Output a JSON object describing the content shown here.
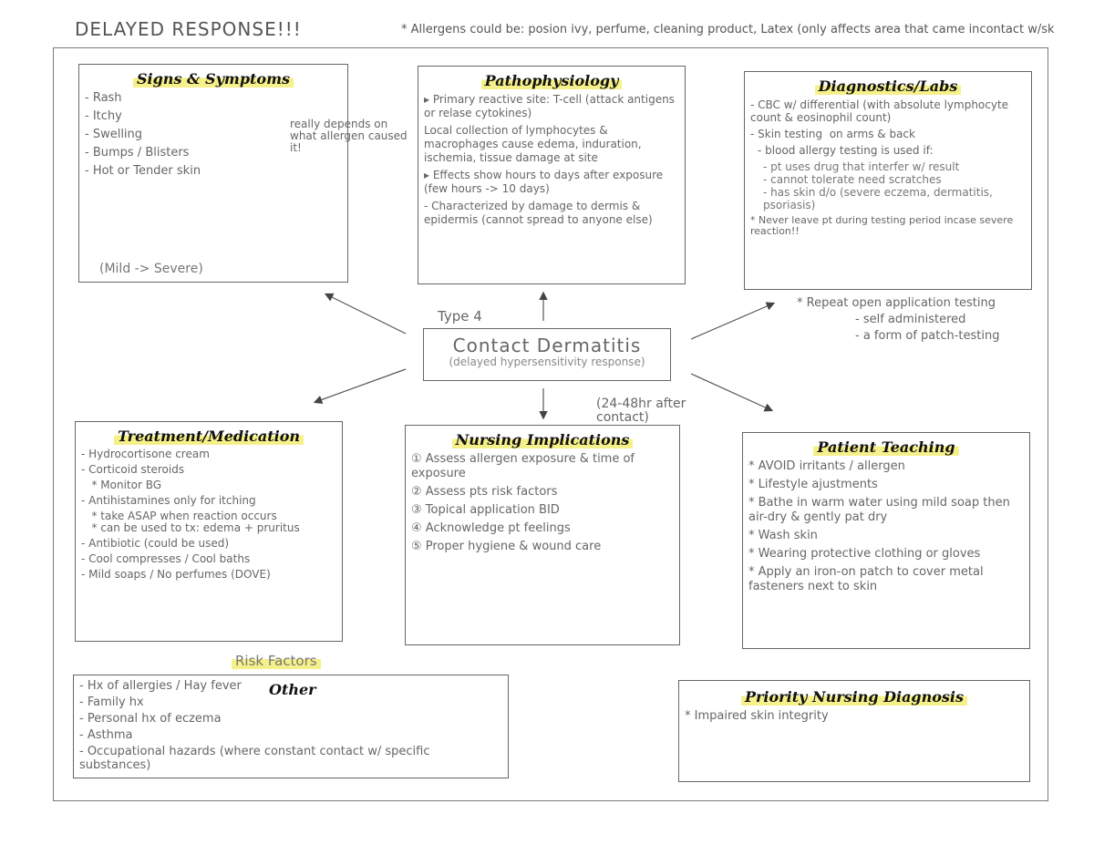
{
  "header": {
    "title": "DELAYED RESPONSE!!!",
    "allergen_note": "* Allergens could be: posion ivy, perfume, cleaning product, Latex (only affects area that came incontact w/sk"
  },
  "center": {
    "type_label": "Type 4",
    "title": "Contact Dermatitis",
    "subtitle": "(delayed hypersensitivity response)",
    "timing": "(24-48hr after contact)"
  },
  "signs": {
    "title": "Signs & Symptoms",
    "items": [
      "- Rash",
      "- Itchy",
      "- Swelling",
      "- Bumps / Blisters",
      "- Hot or Tender skin"
    ],
    "side_note": "really depends on what allergen caused it!",
    "range": "(Mild -> Severe)"
  },
  "patho": {
    "title": "Pathophysiology",
    "items": [
      "▸ Primary reactive site: T-cell (attack antigens or relase cytokines)",
      "Local collection of lymphocytes & macrophages cause edema, induration, ischemia, tissue damage at site",
      "▸ Effects show hours to days after exposure (few hours -> 10 days)",
      "- Characterized by damage to dermis & epidermis (cannot spread to anyone else)"
    ]
  },
  "diag": {
    "title": "Diagnostics/Labs",
    "items": [
      "- CBC w/ differential (with absolute lymphocyte count & eosinophil count)",
      "- Skin testing  on arms & back"
    ],
    "sub_title": "- blood allergy testing is used if:",
    "sub_items": [
      "- pt uses drug that interfer w/ result",
      "- cannot tolerate need scratches",
      "- has skin d/o (severe eczema, dermatitis, psoriasis)"
    ],
    "warning": "* Never leave pt during testing period incase severe reaction!!"
  },
  "repeat": {
    "title": "* Repeat open application testing",
    "items": [
      "- self administered",
      "- a form of patch-testing"
    ]
  },
  "treatment": {
    "title": "Treatment/Medication",
    "items": [
      "- Hydrocortisone cream",
      "- Corticoid steroids",
      "   * Monitor BG",
      "- Antihistamines only for itching",
      "   * take ASAP when reaction occurs",
      "   * can be used to tx: edema + pruritus",
      "- Antibiotic (could be used)",
      "- Cool compresses / Cool baths",
      "- Mild soaps / No perfumes (DOVE)"
    ]
  },
  "nursing": {
    "title": "Nursing Implications",
    "items": [
      "① Assess allergen exposure & time of exposure",
      "② Assess pts risk factors",
      "③ Topical application BID",
      "④ Acknowledge pt feelings",
      "⑤ Proper hygiene & wound care"
    ]
  },
  "teaching": {
    "title": "Patient Teaching",
    "items": [
      "* AVOID irritants / allergen",
      "* Lifestyle ajustments",
      "* Bathe in warm water using mild soap then air-dry & gently pat dry",
      "* Wash skin",
      "* Wearing protective clothing or gloves",
      "* Apply an iron-on patch to cover metal fasteners next to skin"
    ]
  },
  "risk": {
    "title": "Risk Factors",
    "other_title": "Other",
    "items": [
      "- Hx of allergies / Hay fever",
      "- Family hx",
      "- Personal hx of eczema",
      "- Asthma",
      "- Occupational hazards (where constant contact w/ specific substances)"
    ]
  },
  "priority": {
    "title": "Priority Nursing Diagnosis",
    "items": [
      "* Impaired skin integrity"
    ]
  }
}
